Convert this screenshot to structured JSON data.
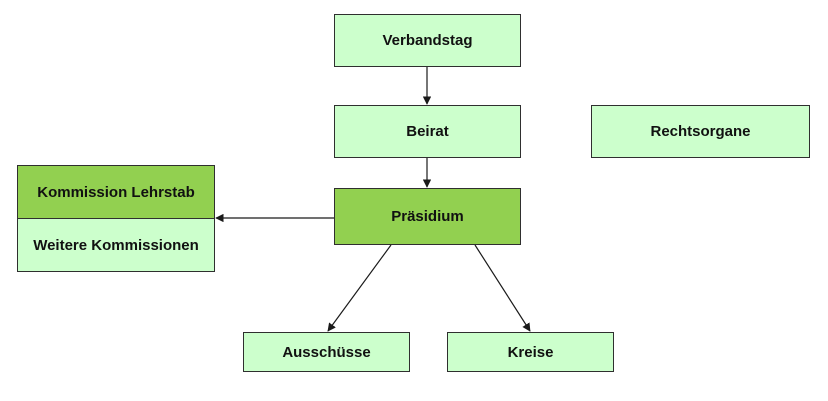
{
  "nodes": {
    "verbandstag": "Verbandstag",
    "beirat": "Beirat",
    "rechtsorgane": "Rechtsorgane",
    "praesidium": "Präsidium",
    "kommission_lehrstab": "Kommission Lehrstab",
    "weitere_kommissionen": "Weitere Kommissionen",
    "ausschuesse": "Ausschüsse",
    "kreise": "Kreise"
  },
  "colors": {
    "node_light": "#ccffcc",
    "node_dark": "#92d050",
    "border": "#2f2f2f",
    "edge": "#1a1a1a"
  },
  "edges": [
    {
      "from": "verbandstag",
      "to": "beirat"
    },
    {
      "from": "beirat",
      "to": "praesidium"
    },
    {
      "from": "praesidium",
      "to": "kommission_lehrstab"
    },
    {
      "from": "praesidium",
      "to": "ausschuesse"
    },
    {
      "from": "praesidium",
      "to": "kreise"
    }
  ]
}
